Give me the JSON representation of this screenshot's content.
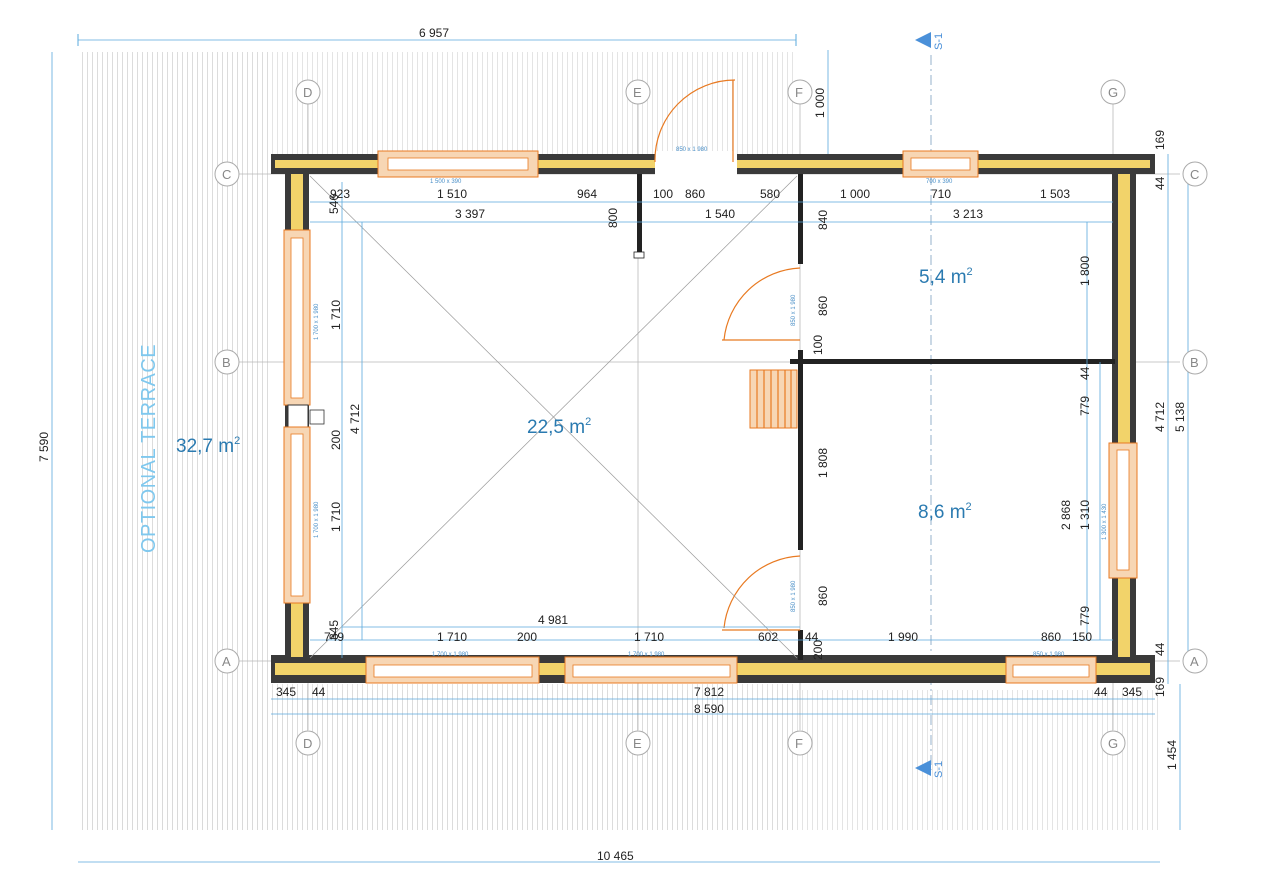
{
  "dimensions": {
    "top_terrace": "6 957",
    "bottom_total": "10 465",
    "left_total": "7 590",
    "right_bottom": "1 454",
    "right_top": "1 000",
    "right_169_top": "169",
    "right_44_top": "44",
    "right_4712": "4 712",
    "right_5138": "5 138",
    "right_44_bottom": "44",
    "right_169_bottom": "169",
    "row1": [
      "923",
      "1 510",
      "964",
      "100",
      "860",
      "580",
      "1 000",
      "710",
      "1 503"
    ],
    "row2": [
      "3 397",
      "1 540",
      "3 213"
    ],
    "v_546": "546",
    "v_800": "800",
    "v_840": "840",
    "v_1710a": "1 710",
    "v_200": "200",
    "v_1710b": "1 710",
    "v_4712_left": "4 712",
    "v_860a": "860",
    "v_100": "100",
    "v_1808": "1 808",
    "v_860b": "860",
    "v_200b": "200",
    "v_1800": "1 800",
    "v_44": "44",
    "v_779a": "779",
    "v_1310": "1 310",
    "v_2868": "2 868",
    "v_779b": "779",
    "v_345_left": "345",
    "dim_4981": "4 981",
    "bottom_row": [
      "749",
      "1 710",
      "200",
      "1 710",
      "602",
      "44",
      "1 990",
      "860",
      "150"
    ],
    "b_345": "345",
    "b_44": "44",
    "b_7812": "7 812",
    "b_44r": "44",
    "b_345r": "345",
    "b_8590": "8 590"
  },
  "openings": {
    "top_window_1": "1 500 x 390",
    "top_door": "850 x 1 980",
    "top_window_2": "700 x 390",
    "left_window_1": "1 700 x 1 980",
    "left_window_2": "1 700 x 1 980",
    "inner_door_1": "850 x 1 980",
    "inner_door_2": "850 x 1 980",
    "bottom_window_1": "1 700 x 1 980",
    "bottom_window_2": "1 700 x 1 980",
    "bottom_door": "850 x 1 980",
    "right_window": "1 300 x 1 430"
  },
  "axes": {
    "top": [
      "D",
      "E",
      "F",
      "G"
    ],
    "bottom": [
      "D",
      "E",
      "F",
      "G"
    ],
    "left": [
      "C",
      "B",
      "A"
    ],
    "right": [
      "C",
      "B",
      "A"
    ],
    "section": "S-1"
  },
  "areas": {
    "terrace": "32,7",
    "main": "22,5",
    "room_small": "5,4",
    "room_large": "8,6",
    "unit": "m",
    "power": "2"
  },
  "labels": {
    "terrace": "OPTIONAL TERRACE"
  },
  "colors": {
    "dimension": "#5aa9dc",
    "area_text": "#2a7ab0",
    "terrace_text": "#7fc8ee",
    "frame": "#e87a22",
    "insulation": "#f2d36a",
    "wall": "#3a3a3a"
  }
}
